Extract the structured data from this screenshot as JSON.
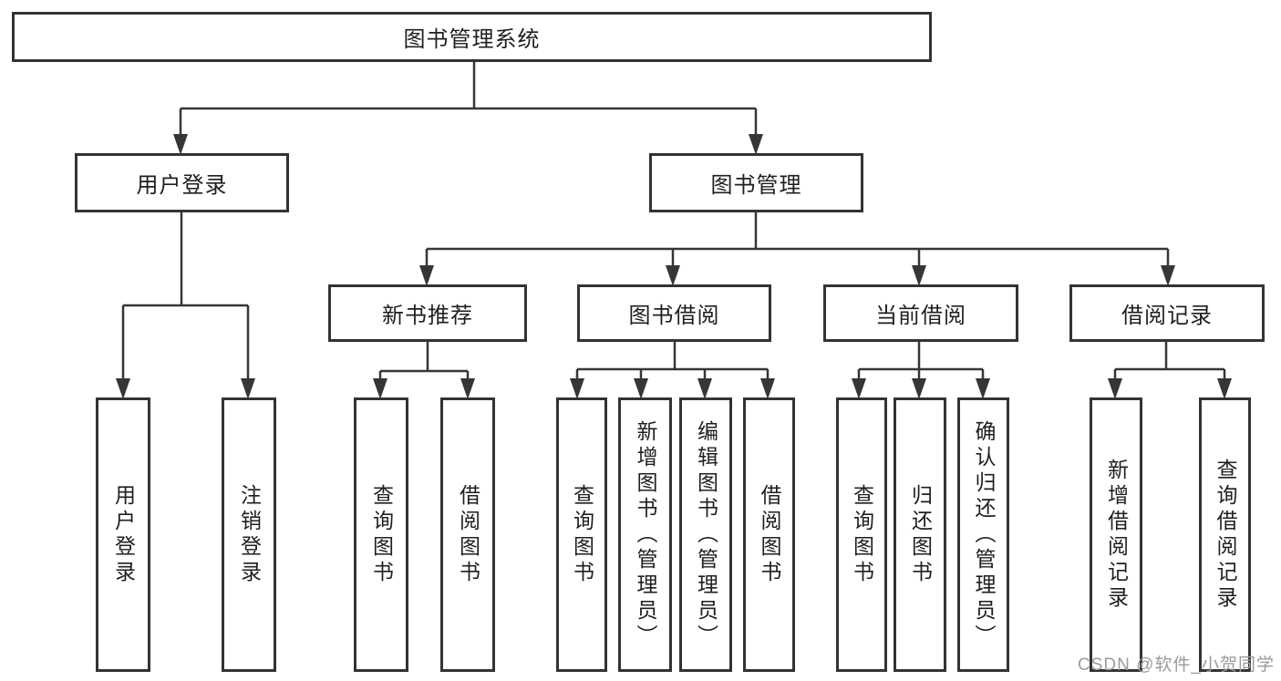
{
  "tree": {
    "root": {
      "label": "图书管理系统",
      "children": [
        {
          "label": "用户登录",
          "children": [
            {
              "label": "用户登录"
            },
            {
              "label": "注销登录"
            }
          ]
        },
        {
          "label": "图书管理",
          "children": [
            {
              "label": "新书推荐",
              "children": [
                {
                  "label": "查询图书"
                },
                {
                  "label": "借阅图书"
                }
              ]
            },
            {
              "label": "图书借阅",
              "children": [
                {
                  "label": "查询图书"
                },
                {
                  "label": "新增图书（管理员）"
                },
                {
                  "label": "编辑图书（管理员）"
                },
                {
                  "label": "借阅图书"
                }
              ]
            },
            {
              "label": "当前借阅",
              "children": [
                {
                  "label": "查询图书"
                },
                {
                  "label": "归还图书"
                },
                {
                  "label": "确认归还（管理员）"
                }
              ]
            },
            {
              "label": "借阅记录",
              "children": [
                {
                  "label": "新增借阅记录"
                },
                {
                  "label": "查询借阅记录"
                }
              ]
            }
          ]
        }
      ]
    }
  },
  "watermark": {
    "text": "CSDN @软件_小贺同学"
  },
  "colors": {
    "background": "#ffffff",
    "line": "#363636",
    "box_border": "#333333",
    "text": "#1f1f1f",
    "watermark": "#9b9b9b"
  }
}
